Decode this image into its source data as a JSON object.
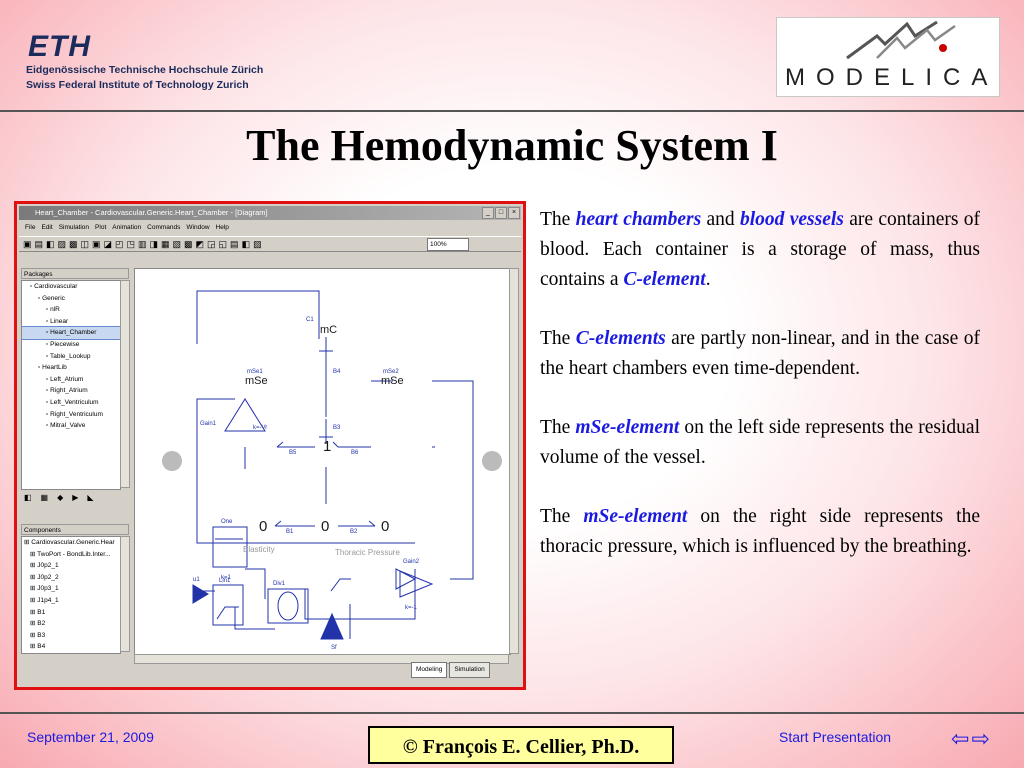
{
  "header": {
    "eth_logo": "ETH",
    "eth_line1": "Eidgenössische Technische Hochschule Zürich",
    "eth_line2": "Swiss Federal Institute of Technology Zurich",
    "modelica_logo": "MODELICA"
  },
  "title": "The Hemodynamic System I",
  "screenshot": {
    "window_title": "Heart_Chamber - Cardiovascular.Generic.Heart_Chamber - [Diagram]",
    "menu": [
      "File",
      "Edit",
      "Simulation",
      "Plot",
      "Animation",
      "Commands",
      "Window",
      "Help"
    ],
    "zoom": "100%",
    "packages_header": "Packages",
    "packages": [
      {
        "label": "Cardiovascular",
        "indent": 1
      },
      {
        "label": "Generic",
        "indent": 2
      },
      {
        "label": "nlR",
        "indent": 3
      },
      {
        "label": "Linear",
        "indent": 3
      },
      {
        "label": "Heart_Chamber",
        "indent": 3,
        "selected": true
      },
      {
        "label": "Piecewise",
        "indent": 3
      },
      {
        "label": "Table_Lookup",
        "indent": 3
      },
      {
        "label": "HeartLib",
        "indent": 2
      },
      {
        "label": "Left_Atrium",
        "indent": 3
      },
      {
        "label": "Right_Atrium",
        "indent": 3
      },
      {
        "label": "Left_Ventriculum",
        "indent": 3
      },
      {
        "label": "Right_Ventriculum",
        "indent": 3
      },
      {
        "label": "Mitral_Valve",
        "indent": 3
      }
    ],
    "components_header": "Components",
    "components": [
      "Cardiovascular.Generic.Hear",
      "TwoPort - BondLib.Inter...",
      "J0p2_1",
      "J0p2_2",
      "J0p3_1",
      "J1p4_1",
      "B1",
      "B2",
      "B3",
      "B4"
    ],
    "diagram": {
      "mC": "mC",
      "C1": "C1",
      "B4": "B4",
      "mSe1": "mSe1",
      "mSe_left": "mSe",
      "B5": "B5",
      "one_junction": "1",
      "B6": "B6",
      "mSe2": "mSe2",
      "mSe_right": "mSe",
      "B3": "B3",
      "Gain1": "Gain1",
      "k_Vr": "k=-Vr",
      "zero1": "0",
      "B1": "B1",
      "zero2": "0",
      "B2": "B2",
      "zero3": "0",
      "elasticity": "Elasticity",
      "One": "One",
      "k1": "k=1",
      "u1": "u1",
      "Div1": "Div1",
      "Lin1": "Lin1",
      "thoracic_pressure": "Thoracic Pressure",
      "Gain2": "Gain2",
      "k_m1": "k=-1",
      "Sf": "Sf"
    },
    "tabs": [
      "Modeling",
      "Simulation"
    ]
  },
  "text": {
    "p1": {
      "pre": "The ",
      "kw1": "heart chambers",
      "mid": " and ",
      "kw2": "blood vessels",
      "post": " are containers of blood.  Each container is a storage of mass, thus contains a ",
      "kw3": "C-element",
      "end": "."
    },
    "p2": {
      "pre": "The ",
      "kw1": "C-elements",
      "post": " are partly non-linear, and in the case of the heart chambers even time-dependent."
    },
    "p3": {
      "pre": "The ",
      "kw1": "mSe-element",
      "post": " on the left side represents the residual volume of the vessel."
    },
    "p4": {
      "pre": "The ",
      "kw1": "mSe-element",
      "post": " on the right side represents the thoracic pressure, which is influenced by the breathing."
    }
  },
  "footer": {
    "date": "September 21, 2009",
    "copyright": "©  François E. Cellier, Ph.D.",
    "start_presentation": "Start Presentation"
  },
  "colors": {
    "keyword": "#1a1ae0",
    "frame": "#e01010",
    "diagram": "#2233aa"
  }
}
